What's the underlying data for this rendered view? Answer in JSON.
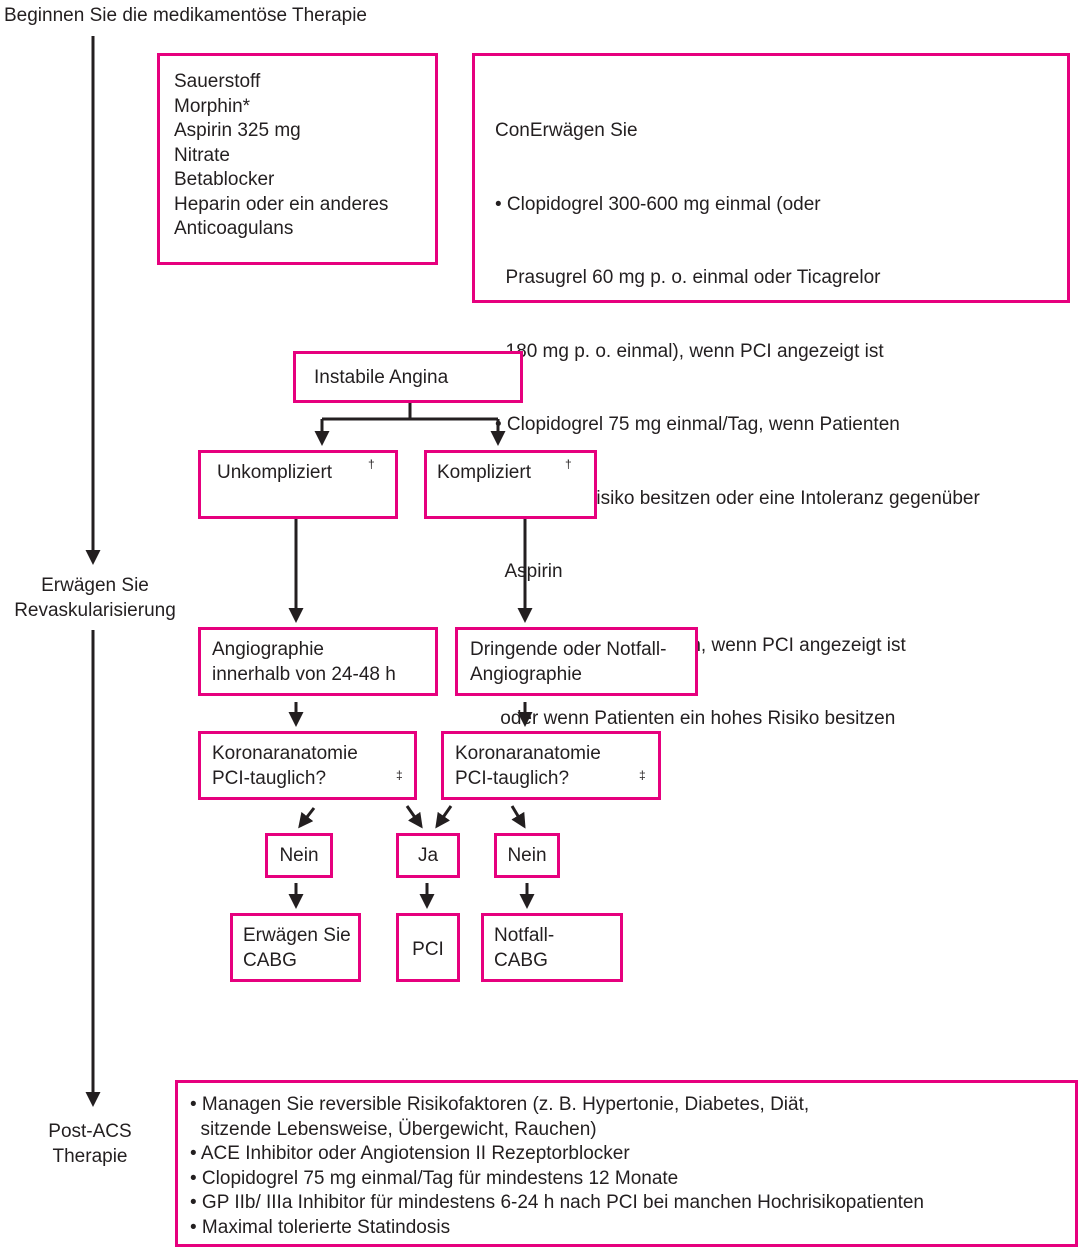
{
  "colors": {
    "box_border": "#e6007e",
    "arrow": "#231f20",
    "text": "#231f20"
  },
  "timeline": {
    "start_label": "Beginnen Sie die medikamentöse Therapie",
    "mid_label": [
      "Erwägen Sie",
      "Revaskularisierung"
    ],
    "end_label": [
      "Post-ACS",
      "Therapie"
    ]
  },
  "box_initial_meds": {
    "lines": [
      "Sauerstoff",
      "Morphin*",
      "Aspirin 325 mg",
      "Nitrate",
      "Betablocker",
      "Heparin oder ein anderes",
      "Anticoagulans"
    ]
  },
  "box_consider": {
    "lines": [
      "ConErwägen Sie",
      "• Clopidogrel 300-600 mg einmal (oder",
      "  Prasugrel 60 mg p. o. einmal oder Ticagrelor",
      "  180 mg p. o. einmal), wenn PCI angezeigt ist",
      "• Clopidogrel 75 mg einmal/Tag, wenn Patienten",
      "ein hohes Risiko besitzen oder eine Intoleranz gegenüber",
      "  Aspirin",
      "• GP IIb/ IIIa Inhibitorsen, wenn PCI angezeigt ist",
      " oder wenn Patienten ein hohes Risiko besitzen"
    ]
  },
  "flow": {
    "unstable": "Instabile Angina",
    "uncomplicated": "Unkompliziert",
    "complicated": "Kompliziert",
    "dagger": "†",
    "double_dagger": "‡",
    "angio_left": [
      "Angiographie",
      "innerhalb von 24-48 h"
    ],
    "angio_right": [
      "Dringende oder Notfall-",
      "Angiographie"
    ],
    "coronary_left": [
      "Koronaranatomie",
      "PCI-tauglich?"
    ],
    "coronary_right": [
      "Koronaranatomie",
      "PCI-tauglich?"
    ],
    "no_left": "Nein",
    "yes": "Ja",
    "no_right": "Nein",
    "cabg": [
      "Erwägen Sie",
      "CABG"
    ],
    "pci": "PCI",
    "emergency_cabg": [
      "Notfall-",
      "CABG"
    ]
  },
  "box_post_acs": {
    "lines": [
      "• Managen Sie reversible Risikofaktoren (z. B. Hypertonie, Diabetes, Diät,",
      "  sitzende Lebensweise, Übergewicht, Rauchen)",
      "• ACE Inhibitor oder Angiotension II Rezeptorblocker",
      "• Clopidogrel 75 mg einmal/Tag für mindestens 12 Monate",
      "• GP IIb/ IIIa Inhibitor für mindestens 6-24 h nach PCI bei manchen Hochrisikopatienten",
      "• Maximal tolerierte Statindosis"
    ]
  }
}
